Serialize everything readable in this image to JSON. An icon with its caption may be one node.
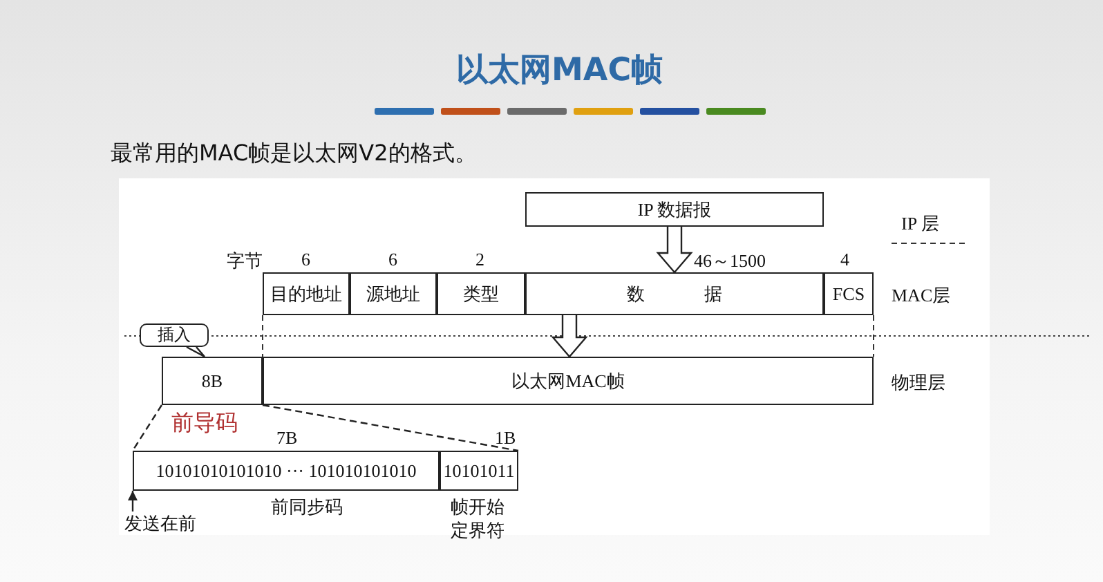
{
  "diagram": {
    "title": "以太网MAC帧",
    "nodes": [
      {
        "text": [
          "IP 数据报"
        ]
      },
      {
        "text": [
          "目的地址"
        ]
      },
      {
        "text": [
          "源地址"
        ]
      },
      {
        "text": [
          "类型"
        ]
      },
      {
        "text": [
          "数 据"
        ]
      },
      {
        "text": [
          "FCS"
        ]
      },
      {
        "text": [
          "8B"
        ]
      },
      {
        "text": [
          "以太网MAC帧"
        ]
      },
      {
        "text": [
          "10101010101010 ··· 101010101010"
        ],
        "beside": [
          "前同步码"
        ]
      },
      {
        "text": [
          "10101011"
        ],
        "beside": [
          "帧开始定界符"
        ]
      },
      {
        "text": [
          "插入"
        ]
      },
      {
        "text": [
          "发送在前"
        ]
      }
    ],
    "edges": [
      {
        "from": 0,
        "to": 4,
        "arrow": "to"
      },
      {
        "from": 4,
        "to": 7,
        "arrow": "to"
      },
      {
        "from": 10,
        "to": 6,
        "arrow": "none"
      },
      {
        "from": 6,
        "to": 8,
        "arrow": "none",
        "style": "dashed"
      },
      {
        "from": 6,
        "to": 9,
        "arrow": "none",
        "style": "dashed"
      },
      {
        "from": 11,
        "to": 8,
        "arrow": "to"
      }
    ],
    "labels": [
      "最常用的MAC帧是以太网V2的格式。",
      "IP 层",
      "字节",
      "6",
      "6",
      "2",
      "46～1500",
      "4",
      "MAC层",
      "物理层",
      "前导码",
      "7B",
      "1B"
    ]
  }
}
